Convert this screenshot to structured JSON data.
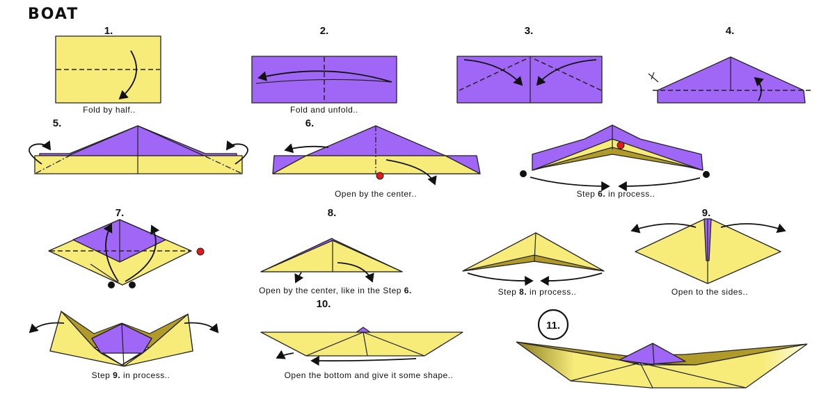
{
  "title": "BOAT",
  "steps": [
    {
      "label": "1.",
      "caption": "Fold by half.."
    },
    {
      "label": "2.",
      "caption": "Fold and unfold.."
    },
    {
      "label": "3."
    },
    {
      "label": "4."
    },
    {
      "label": "5."
    },
    {
      "label": "6.",
      "caption": "Open by the center.."
    },
    {
      "caption_pre": "Step ",
      "caption_bold": "6.",
      "caption_post": " in process.."
    },
    {
      "label": "7."
    },
    {
      "label": "8.",
      "caption_pre": "Open by the center, like in the Step ",
      "caption_bold": "6."
    },
    {
      "caption_pre": "Step ",
      "caption_bold": "8.",
      "caption_post": " in process.."
    },
    {
      "label": "9.",
      "caption": "Open to the sides.."
    },
    {
      "caption_pre": "Step ",
      "caption_bold": "9.",
      "caption_post": " in process.."
    },
    {
      "label": "10.",
      "caption": "Open the bottom and give it some shape.."
    },
    {
      "label": "11."
    }
  ],
  "colors": {
    "paper_front": "#f7ec7a",
    "paper_back": "#a066f5",
    "marker_red": "#e01b1b",
    "marker_black": "#111111"
  }
}
